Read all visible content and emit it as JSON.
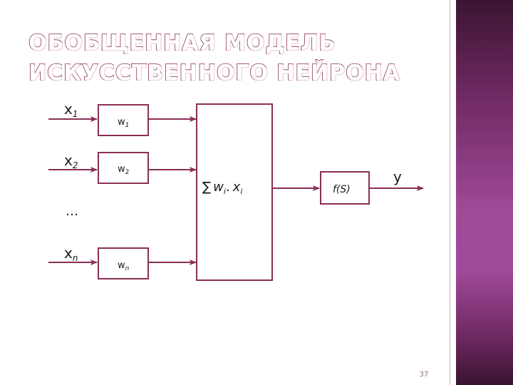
{
  "title": {
    "line1": "ОБОБЩЕННАЯ МОДЕЛЬ",
    "line2": "ИСКУССТВЕННОГО НЕЙРОНА"
  },
  "diagram": {
    "inputs": [
      {
        "base": "x",
        "sub": "1"
      },
      {
        "base": "x",
        "sub": "2"
      },
      {
        "base": "x",
        "sub": "n"
      }
    ],
    "ellipsis": "…",
    "weights": [
      {
        "base": "w",
        "sub": "1"
      },
      {
        "base": "w",
        "sub": "2"
      },
      {
        "base": "w",
        "sub": "n"
      }
    ],
    "sum": {
      "symbol": "∑",
      "w": "w",
      "wsub": "i",
      "dot": ".",
      "x": "x",
      "xsub": "i"
    },
    "activation": "f(S)",
    "output": "y",
    "colors": {
      "line": "#8a2f57",
      "box": "#8a2f57"
    }
  },
  "page_number": "37"
}
